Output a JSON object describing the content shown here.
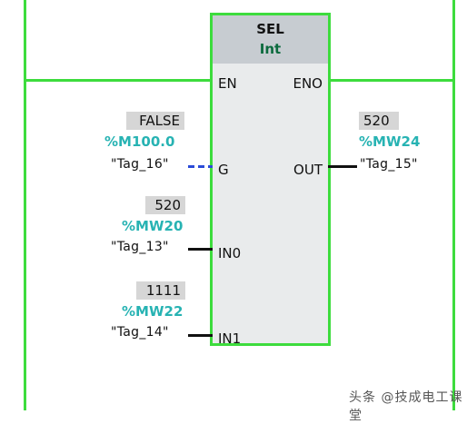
{
  "block": {
    "name": "SEL",
    "type": "Int"
  },
  "pins": {
    "en": "EN",
    "eno": "ENO",
    "g": "G",
    "out": "OUT",
    "in0": "IN0",
    "in1": "IN1"
  },
  "operands": {
    "g": {
      "value": "FALSE",
      "address": "%M100.0",
      "tag": "\"Tag_16\""
    },
    "in0": {
      "value": "520",
      "address": "%MW20",
      "tag": "\"Tag_13\""
    },
    "in1": {
      "value": "1111",
      "address": "%MW22",
      "tag": "\"Tag_14\""
    },
    "out": {
      "value": "520",
      "address": "%MW24",
      "tag": "\"Tag_15\""
    }
  },
  "watermark": "头条 @技成电工课堂",
  "colors": {
    "rail": "#3ddc3d",
    "address": "#27b3b3",
    "dashed_wire": "#2b4bd8",
    "block_type": "#0c6b3e"
  }
}
